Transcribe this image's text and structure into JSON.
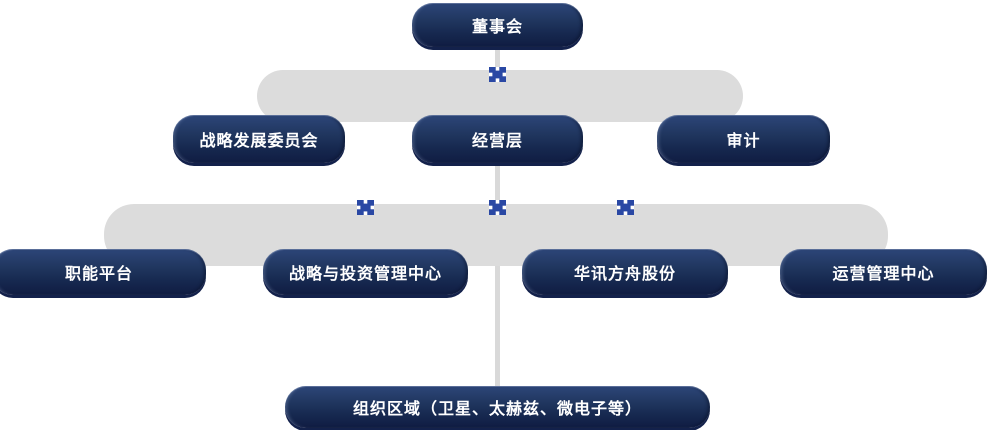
{
  "diagram": {
    "type": "org-chart",
    "nodes": [
      {
        "id": "board",
        "label": "董事会",
        "level": 1,
        "parent": null
      },
      {
        "id": "strategy-development-committee",
        "label": "战略发展委员会",
        "level": 2,
        "parent": "board"
      },
      {
        "id": "management",
        "label": "经营层",
        "level": 2,
        "parent": "board"
      },
      {
        "id": "audit",
        "label": "审计",
        "level": 2,
        "parent": "board"
      },
      {
        "id": "functional-platform",
        "label": "职能平台",
        "level": 3,
        "parent": "management"
      },
      {
        "id": "strategy-investment-management-center",
        "label": "战略与投资管理中心",
        "level": 3,
        "parent": "management"
      },
      {
        "id": "huaxun-fangzhou-shares",
        "label": "华讯方舟股份",
        "level": 3,
        "parent": "management"
      },
      {
        "id": "operations-management-center",
        "label": "运营管理中心",
        "level": 3,
        "parent": "management"
      },
      {
        "id": "organization-regions",
        "label": "组织区域（卫星、太赫兹、微电子等）",
        "level": 4,
        "parent": "management"
      }
    ],
    "icons": {
      "junction": "plus-junction-icon",
      "junction_count": 4
    },
    "colors": {
      "node_gradient_top": "#2d4679",
      "node_gradient_bottom": "#101c42",
      "band": "#dcdcdc",
      "connector_line": "#d9d9d9",
      "junction_icon_blue": "#2a48a4",
      "node_text": "#ffffff",
      "background": "#ffffff"
    }
  }
}
